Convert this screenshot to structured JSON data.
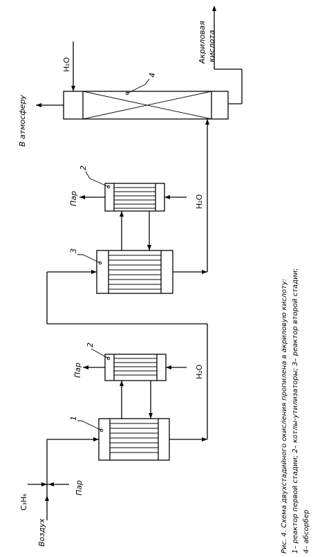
{
  "labels": {
    "air": "Воздух",
    "propylene": "C₃H₆",
    "steam_in": "Пар",
    "steam_out_1": "Пар",
    "steam_out_2": "Пар",
    "water_1": "H₂O",
    "water_2": "H₂O",
    "water_absorber": "H₂O",
    "to_atmosphere": "В атмосферу",
    "acrylic_acid_line1": "Акриловая",
    "acrylic_acid_line2": "кислота"
  },
  "numbers": {
    "reactor_1": "1",
    "boiler_1": "2",
    "reactor_3": "3",
    "boiler_2": "2",
    "absorber": "4"
  },
  "caption": {
    "line1": "Рис. 4.   Схема двухстадийного окисления пропилена в акриловую кислоту:",
    "line2": "1– реактор первой стадии; 2– котлы-утилизаторы; 3– реактор второй стадии;",
    "line3": "4– абсорбер"
  }
}
